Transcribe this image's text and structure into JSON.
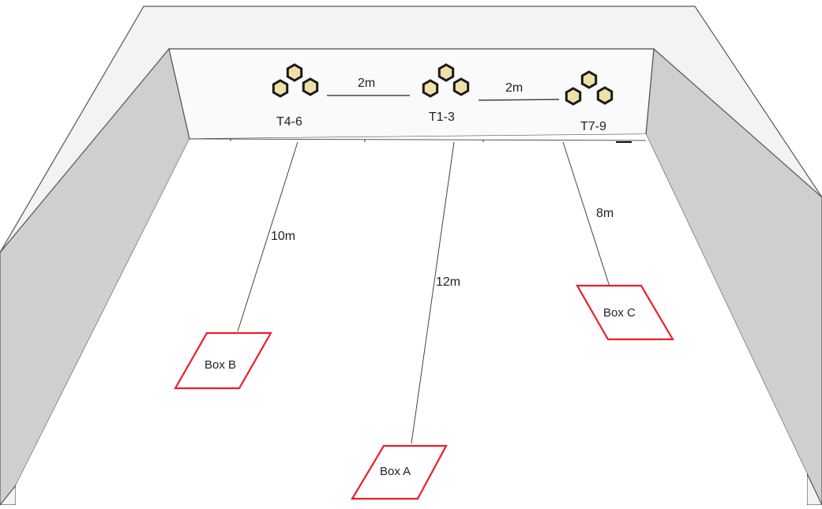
{
  "targets": {
    "center": {
      "label": "T1-3"
    },
    "left": {
      "label": "T4-6"
    },
    "right": {
      "label": "T7-9"
    }
  },
  "spacing": {
    "left_to_center": "2m",
    "center_to_right": "2m"
  },
  "distances": {
    "left_to_box_b": "10m",
    "center_to_box_a": "12m",
    "right_to_box_c": "8m"
  },
  "boxes": {
    "a": {
      "label": "Box A"
    },
    "b": {
      "label": "Box B"
    },
    "c": {
      "label": "Box C"
    }
  },
  "colors": {
    "box_outline": "#e8202a",
    "hexagon_fill": "#efe0a8",
    "hexagon_stroke": "#1a1a1a",
    "wall_top": "#f3f3f3",
    "wall_side": "#cfcfcf",
    "line": "#444444"
  }
}
